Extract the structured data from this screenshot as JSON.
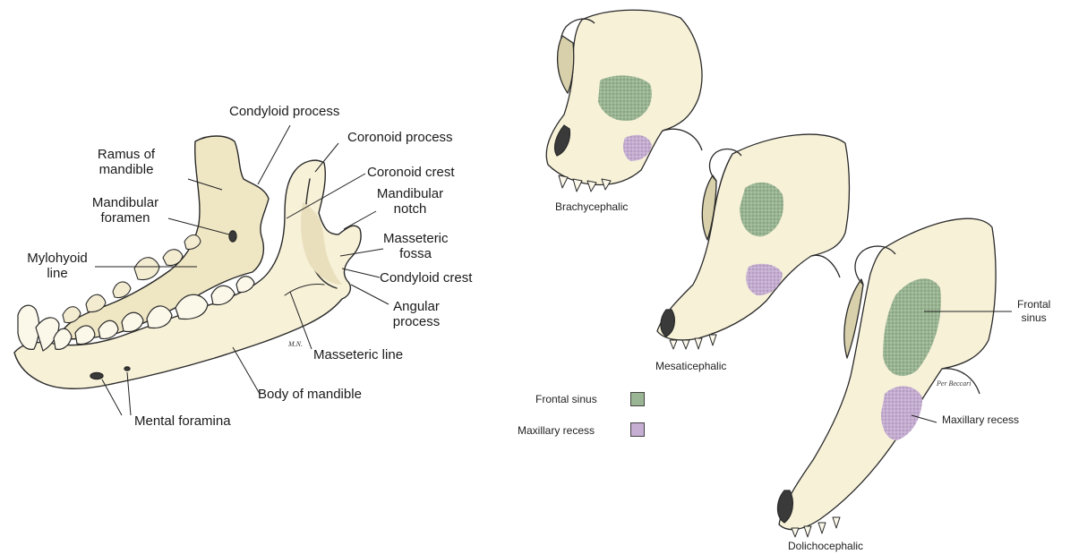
{
  "colors": {
    "bone": "#f7f1d8",
    "bone_shadow": "#ddd4b0",
    "outline": "#2a2a2a",
    "frontal_sinus": "#9ab593",
    "maxillary_recess": "#c5aed1"
  },
  "mandible": {
    "labels": {
      "condyloid_process": "Condyloid process",
      "coronoid_process": "Coronoid process",
      "ramus_line1": "Ramus of",
      "ramus_line2": "mandible",
      "coronoid_crest": "Coronoid crest",
      "mandibular_notch_line1": "Mandibular",
      "mandibular_notch_line2": "notch",
      "mandibular_foramen_line1": "Mandibular",
      "mandibular_foramen_line2": "foramen",
      "masseteric_fossa_line1": "Masseteric",
      "masseteric_fossa_line2": "fossa",
      "mylohyoid_line1": "Mylohyoid",
      "mylohyoid_line2": "line",
      "condyloid_crest": "Condyloid crest",
      "angular_process_line1": "Angular",
      "angular_process_line2": "process",
      "masseteric_line": "Masseteric line",
      "body_of_mandible": "Body of mandible",
      "mental_foramina": "Mental foramina"
    },
    "signature": "M.N."
  },
  "skulls": {
    "brachycephalic": "Brachycephalic",
    "mesaticephalic": "Mesaticephalic",
    "dolichocephalic": "Dolichocephalic",
    "frontal_sinus_line1": "Frontal",
    "frontal_sinus_line2": "sinus",
    "maxillary_recess": "Maxillary recess",
    "signature": "Per Beccari"
  },
  "legend": {
    "frontal_sinus": "Frontal sinus",
    "maxillary_recess": "Maxillary recess"
  }
}
